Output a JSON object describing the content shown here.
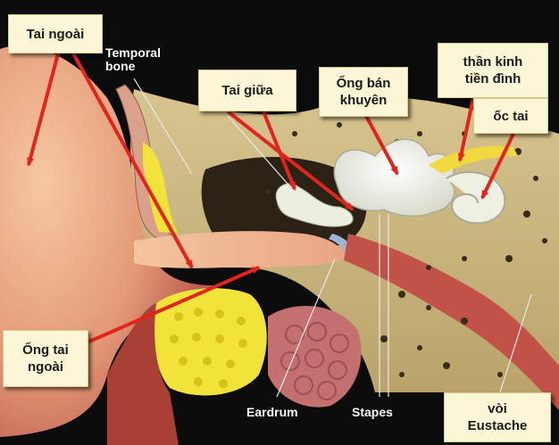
{
  "labels_vi": {
    "outer_ear": "Tai ngoài",
    "middle_ear": "Tai giữa",
    "semicircular_l1": "Ống bán",
    "semicircular_l2": "khuyên",
    "vestibular_l1": "thần kinh",
    "vestibular_l2": "tiền đình",
    "cochlea": "ốc tai",
    "ear_canal_l1": "Ống tai",
    "ear_canal_l2": "ngoài",
    "eustachian_l1": "vòi",
    "eustachian_l2": "Eustache"
  },
  "labels_en": {
    "temporal_l1": "Temporal",
    "temporal_l2": "bone",
    "eardrum": "Eardrum",
    "stapes": "Stapes"
  },
  "colors": {
    "background": "#0c0c0c",
    "arrow": "#e3241d",
    "box_fill": "#fbf6d6",
    "bone": "#c9b47c",
    "skin": "#e9a57f",
    "fat": "#f1e33a",
    "muscle": "#c25248"
  }
}
